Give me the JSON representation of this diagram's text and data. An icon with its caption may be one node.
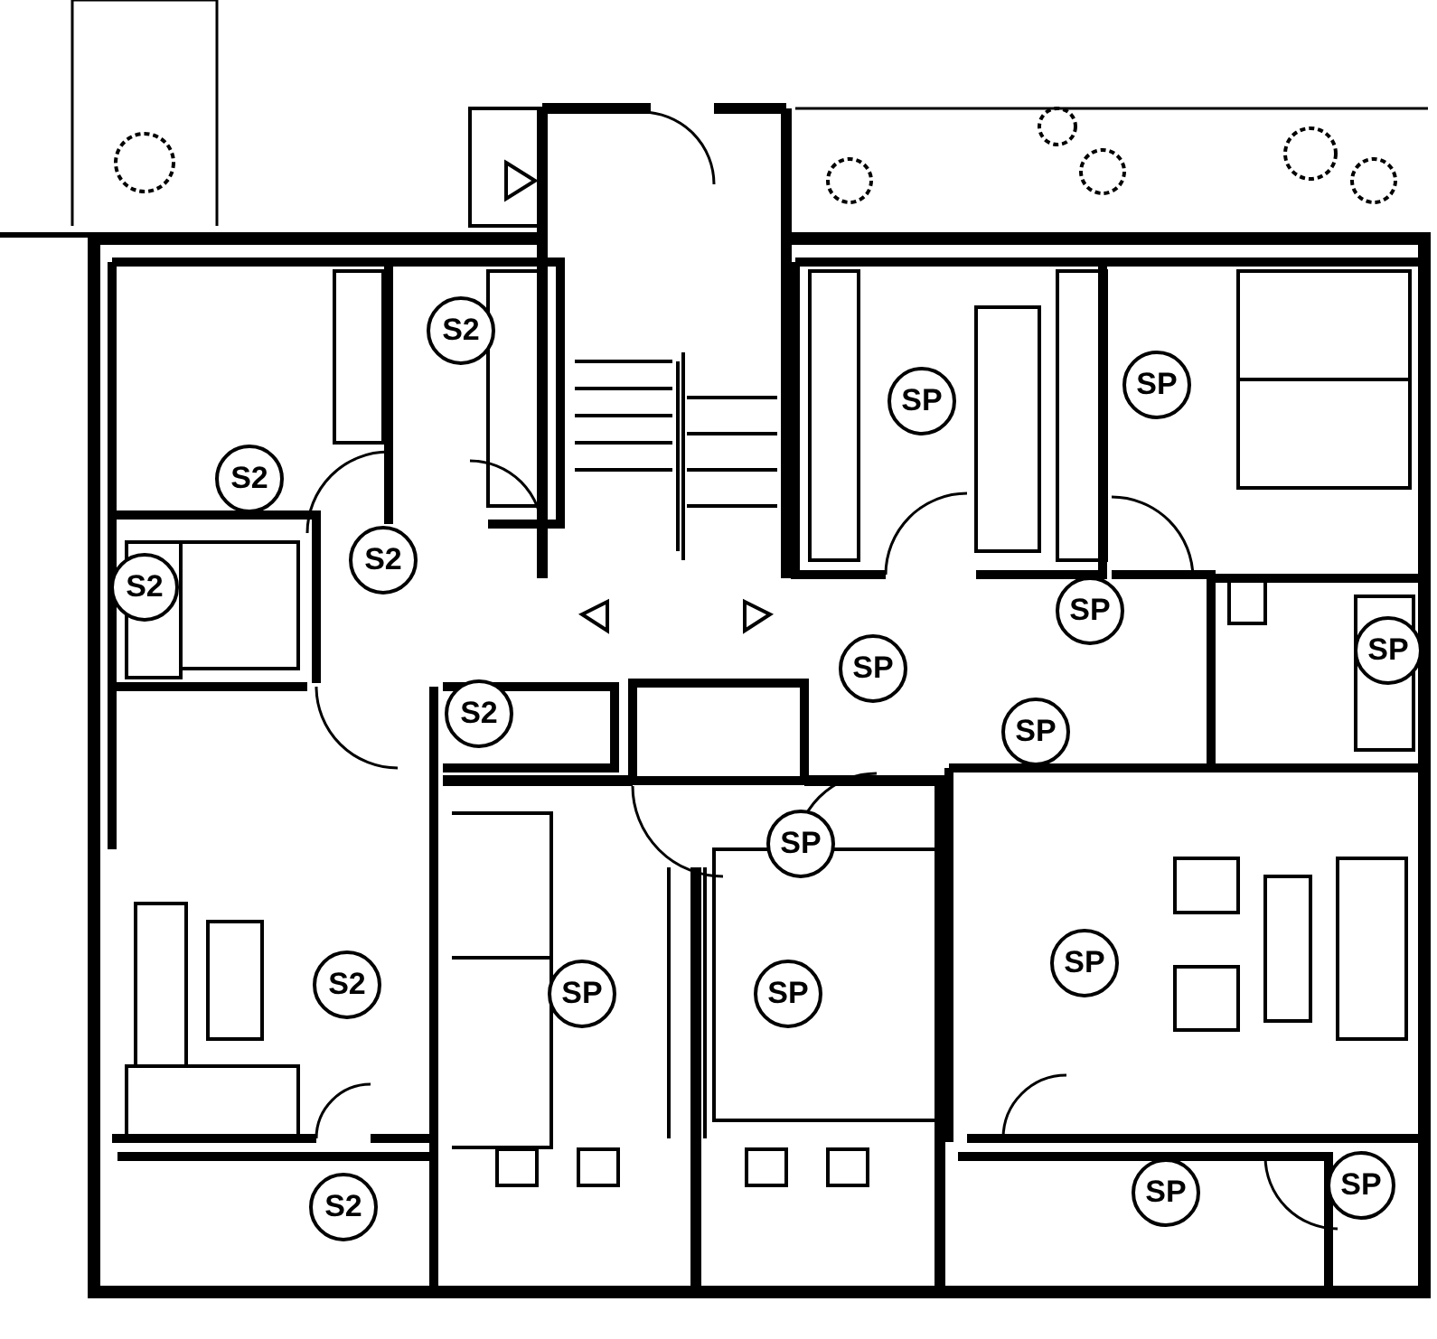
{
  "diagram": {
    "labels": [
      "S2",
      "SP",
      "SP",
      "S2",
      "S2",
      "S2",
      "SP",
      "SP",
      "SP",
      "S2",
      "SP",
      "SP",
      "SP",
      "S2",
      "SP",
      "SP",
      "SP",
      "SP",
      "S2"
    ]
  }
}
